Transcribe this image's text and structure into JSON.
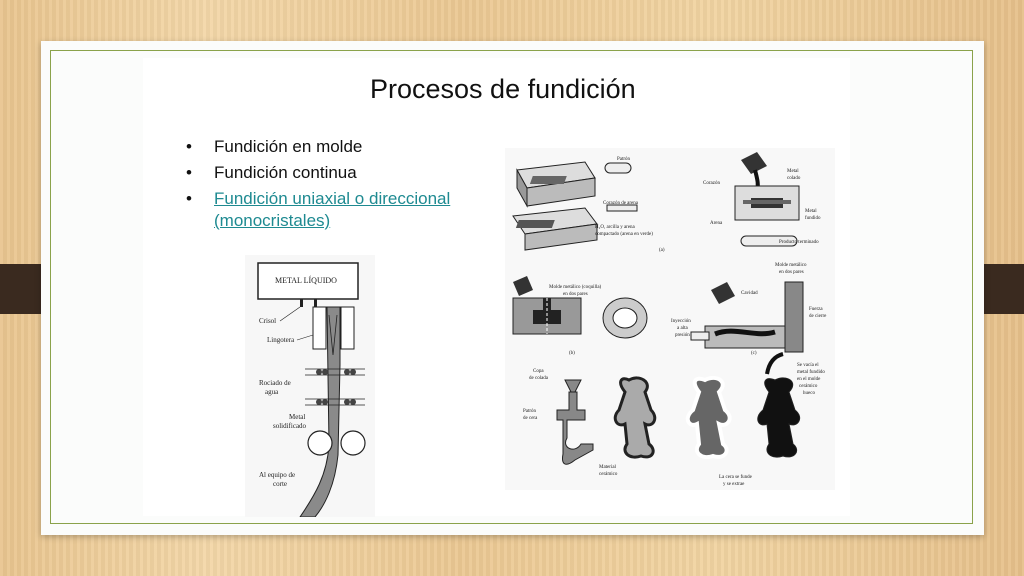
{
  "slide": {
    "title": "Procesos de fundición",
    "bullets": [
      {
        "text": "Fundición en molde",
        "link": false
      },
      {
        "text": "Fundición continua",
        "link": false
      },
      {
        "text": "Fundición uniaxial o direccional (monocristales)",
        "link": true
      }
    ]
  },
  "continuous_casting": {
    "labels": {
      "metal": "METAL LÍQUIDO",
      "crisol": "Crisol",
      "lingotera": "Lingotera",
      "rociado1": "Rociado de",
      "rociado2": "agua",
      "solid1": "Metal",
      "solid2": "solidificado",
      "corte1": "Al equipo de",
      "corte2": "corte"
    }
  },
  "mold_casting": {
    "labels": {
      "patron": "Patrón",
      "corazon_arena": "Corazón de arena",
      "h2o": "H₂O, arcilla y arena",
      "compactado": "compactado (arena en verde)",
      "a": "(a)",
      "metal_colado1": "Metal",
      "metal_colado2": "colado",
      "corazon": "Corazón",
      "arena": "Arena",
      "metal_fundido1": "Metal",
      "metal_fundido2": "fundido",
      "producto": "Producto terminado",
      "molde_coq1": "Molde metálico (coquilla)",
      "molde_coq2": "en dos pares",
      "b": "(b)",
      "molde_met1": "Molde metálico",
      "molde_met2": "en dos pares",
      "cavidad": "Cavidad",
      "fuerza1": "Fuerza",
      "fuerza2": "de cierre",
      "inyeccion1": "Inyección",
      "inyeccion2": "a alta",
      "inyeccion3": "presión",
      "c": "(c)",
      "copa1": "Copa",
      "copa2": "de colada",
      "patron_cera1": "Patrón",
      "patron_cera2": "de cera",
      "material1": "Material",
      "material2": "cerámico",
      "cera1": "La cera se funde",
      "cera2": "y se extrae",
      "vacia1": "Se vacía el",
      "vacia2": "metal fundido",
      "vacia3": "en el molde",
      "vacia4": "cerámico",
      "vacia5": "hueco"
    }
  }
}
